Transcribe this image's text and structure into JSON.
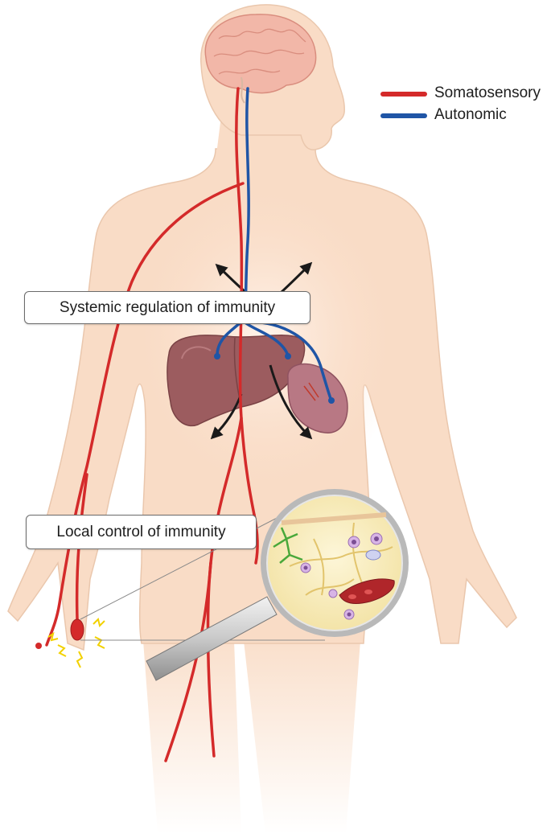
{
  "legend": {
    "items": [
      {
        "label": "Somatosensory",
        "color": "#d42a2a"
      },
      {
        "label": "Autonomic",
        "color": "#1f55a6"
      }
    ]
  },
  "callouts": {
    "systemic": "Systemic regulation of immunity",
    "local": "Local control of immunity"
  },
  "colors": {
    "skin": "#f9dcc6",
    "skin_outline": "#eac7ad",
    "brain": "#f2b7a8",
    "liver": "#9c5c5f",
    "spleen": "#b87884",
    "somatosensory": "#d42a2a",
    "autonomic": "#1f55a6",
    "arrow": "#1a1a1a",
    "lens_fill": "#fbf1c8",
    "lens_rim": "#b9b9b9"
  },
  "icons": {
    "body": "human-body-silhouette",
    "brain": "brain-icon",
    "liver": "liver-icon",
    "spleen": "spleen-icon",
    "magnifier": "magnifying-glass-icon",
    "nerve_ending": "nerve-ending-icon"
  }
}
